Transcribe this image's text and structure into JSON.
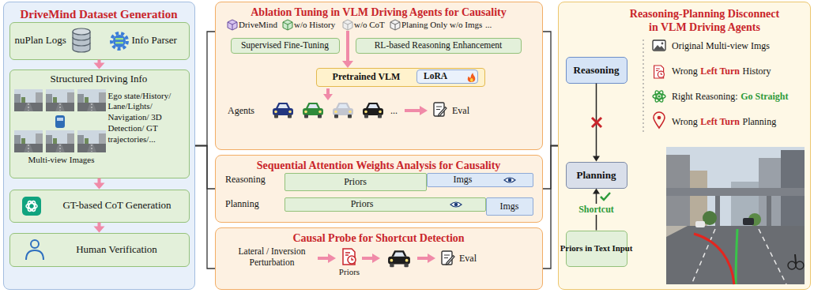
{
  "diagram": {
    "nodes": [
      {
        "text": [
          "DriveMind Dataset Generation"
        ]
      },
      {
        "text": [
          "nuPlan Logs",
          "Info Parser"
        ],
        "in": 0
      },
      {
        "text": [
          "Structured Driving Info",
          "Ego state/History/ Lane/Lights/ Navigation/ 3D Detection/ GT trajectories/...",
          "Multi-view Images"
        ],
        "in": 0
      },
      {
        "text": [
          "GT-based CoT Generation"
        ],
        "in": 0
      },
      {
        "text": [
          "Human Verification"
        ],
        "in": 0
      },
      {
        "text": [
          "Ablation Tuning in VLM Driving Agents for Causality"
        ]
      },
      {
        "text": [
          "Supervised Fine-Tuning"
        ],
        "in": 5
      },
      {
        "text": [
          "RL-based Reasoning Enhancement"
        ],
        "in": 5
      },
      {
        "text": [
          "Pretrained VLM"
        ],
        "in": 5
      },
      {
        "text": [
          "LoRA"
        ],
        "in": 8
      },
      {
        "text": [
          "Sequential Attention Weights Analysis for Causality"
        ]
      },
      {
        "text": [
          "Priors"
        ],
        "in": 10
      },
      {
        "text": [
          "Imgs"
        ],
        "in": 10
      },
      {
        "text": [
          "Priors"
        ],
        "in": 10
      },
      {
        "text": [
          "Imgs"
        ],
        "in": 10
      },
      {
        "text": [
          "Causal Probe for Shortcut Detection"
        ]
      },
      {
        "text": [
          "Reasoning-Planning Disconnect in VLM Driving Agents"
        ]
      },
      {
        "text": [
          "Reasoning"
        ],
        "in": 16
      },
      {
        "text": [
          "Planning"
        ],
        "in": 16
      },
      {
        "text": [
          "Priors in Text Input"
        ],
        "in": 16
      }
    ],
    "edges": [
      {
        "from": 1,
        "to": 2,
        "arrow": "to"
      },
      {
        "from": 2,
        "to": 3,
        "arrow": "to"
      },
      {
        "from": 3,
        "to": 4,
        "arrow": "to"
      },
      {
        "from": 0,
        "to": 5,
        "arrow": "none"
      },
      {
        "from": 0,
        "to": 10,
        "arrow": "none"
      },
      {
        "from": 0,
        "to": 15,
        "arrow": "none"
      },
      {
        "from": 5,
        "to": 16,
        "arrow": "none"
      },
      {
        "from": 10,
        "to": 16,
        "arrow": "none"
      },
      {
        "from": 15,
        "to": 16,
        "arrow": "none"
      },
      {
        "from": 17,
        "to": 18,
        "arrow": "to"
      },
      {
        "from": 19,
        "to": 18,
        "label": "Shortcut",
        "arrow": "to"
      }
    ],
    "labels": [
      "DriveMind",
      "w/o History",
      "w/o CoT",
      "Planing Only w/o Imgs",
      "...",
      "Agents",
      "...",
      "Eval",
      "Reasoning",
      "Planning",
      "Lateral / Inversion Perturbation",
      "Priors",
      "Eval",
      "Original Multi-view Imgs",
      "Wrong",
      "Left Turn",
      "History",
      "Right Reasoning:",
      "Go Straight",
      "Wrong",
      "Left Turn",
      "Planning"
    ]
  }
}
